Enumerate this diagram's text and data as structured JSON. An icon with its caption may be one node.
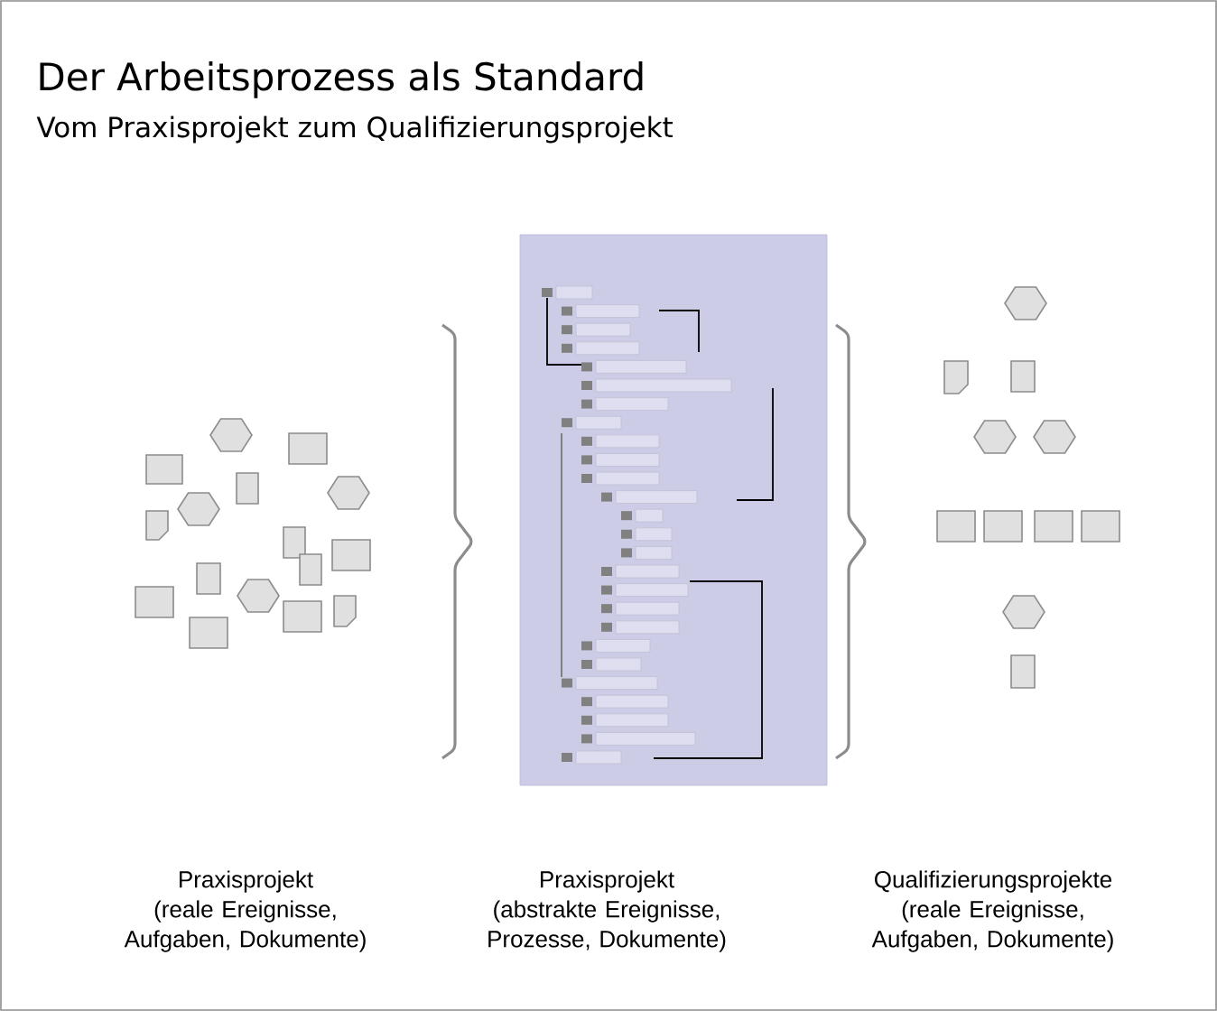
{
  "diagram": {
    "title": "Der Arbeitsprozess als Standard",
    "labels": [
      "Vom Praxisprojekt zum Qualifizierungsprojekt",
      "Praxisprojekt (reale Ereignisse, Aufgaben, Dokumente)",
      "Praxisprojekt (abstrakte Ereignisse, Prozesse, Dokumente)",
      "Qualifizierungsprojekte (reale Ereignisse, Aufgaben, Dokumente)"
    ]
  }
}
